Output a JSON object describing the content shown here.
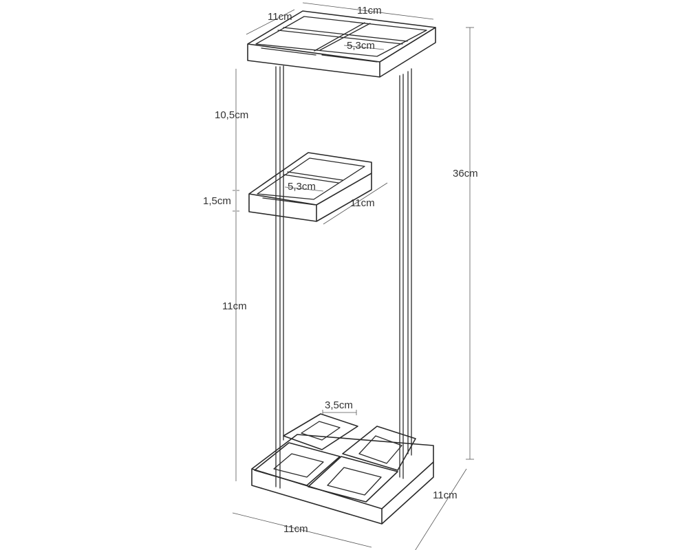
{
  "labels": {
    "top_depth": "11cm",
    "top_width": "11cm",
    "top_cell": "5,3cm",
    "gap_upper": "10,5cm",
    "mid_thickness": "1,5cm",
    "mid_cell": "5,3cm",
    "mid_depth": "11cm",
    "lower_height": "11cm",
    "total_height": "36cm",
    "base_cell": "3,5cm",
    "base_depth": "11cm",
    "base_width": "11cm"
  },
  "colors": {
    "line": "#2a2a2a",
    "dimension": "#555555",
    "text": "#333333",
    "background": "#ffffff"
  }
}
